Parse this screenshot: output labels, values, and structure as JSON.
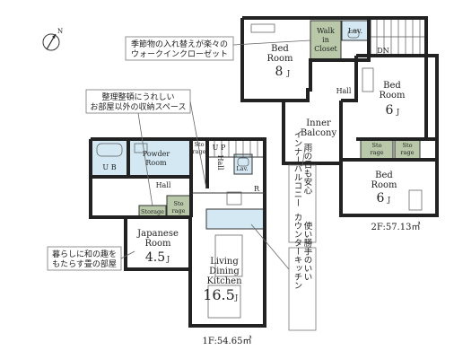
{
  "compass": {
    "label": "N"
  },
  "floor2": {
    "rooms": {
      "bed_top": {
        "name_line1": "Bed",
        "name_line2": "Room",
        "size": "8",
        "unit": "J"
      },
      "walk_in": {
        "line1": "Walk",
        "line2": "in",
        "line3": "Closet"
      },
      "lav": "Lav.",
      "dn": "DN",
      "hall": "Hall",
      "bed_right": {
        "name_line1": "Bed",
        "name_line2": "Room",
        "size": "6",
        "unit": "J"
      },
      "inner_balcony": {
        "line1": "Inner",
        "line2": "Balcony"
      },
      "sto1": {
        "line1": "Sto",
        "line2": "rage"
      },
      "sto2": {
        "line1": "Sto",
        "line2": "rage"
      },
      "bed_bottom": {
        "name_line1": "Bed",
        "name_line2": "Room",
        "size": "6",
        "unit": "J"
      }
    },
    "area_label": "2F:57.13㎡"
  },
  "floor1": {
    "rooms": {
      "ub": "U B",
      "powder": {
        "line1": "Powder",
        "line2": "Room"
      },
      "sto_small": {
        "line1": "Sto",
        "line2": "rage"
      },
      "up": "U P",
      "hall_v": "Hall",
      "lav": "Lav.",
      "hall": "Hall",
      "sto_left": {
        "line1": "Sto",
        "line2": "rage"
      },
      "storage": "Storage",
      "japanese": {
        "line1": "Japanese",
        "line2": "Room",
        "size": "4.5",
        "unit": "J"
      },
      "r": "R",
      "ldk": {
        "line1": "Living",
        "line2": "Dining",
        "line3": "Kitchen",
        "size": "16.5",
        "unit": "J"
      }
    },
    "area_label": "1F:54.65㎡"
  },
  "notes": {
    "closet": {
      "line1": "季節物の入れ替えが楽々の",
      "line2": "ウォークインクローゼット"
    },
    "storage": {
      "line1": "整理整頓にうれしい",
      "line2": "お部屋以外の収納スペース"
    },
    "japanese": {
      "line1": "暮らしに和の趣を",
      "line2": "もたらす畳の部屋"
    },
    "balcony": {
      "col1": "雨の日も安心",
      "col2": "インナーバルコニー"
    },
    "kitchen": {
      "col1": "使い勝手のいい",
      "col2": "カウンターキッチン"
    }
  }
}
